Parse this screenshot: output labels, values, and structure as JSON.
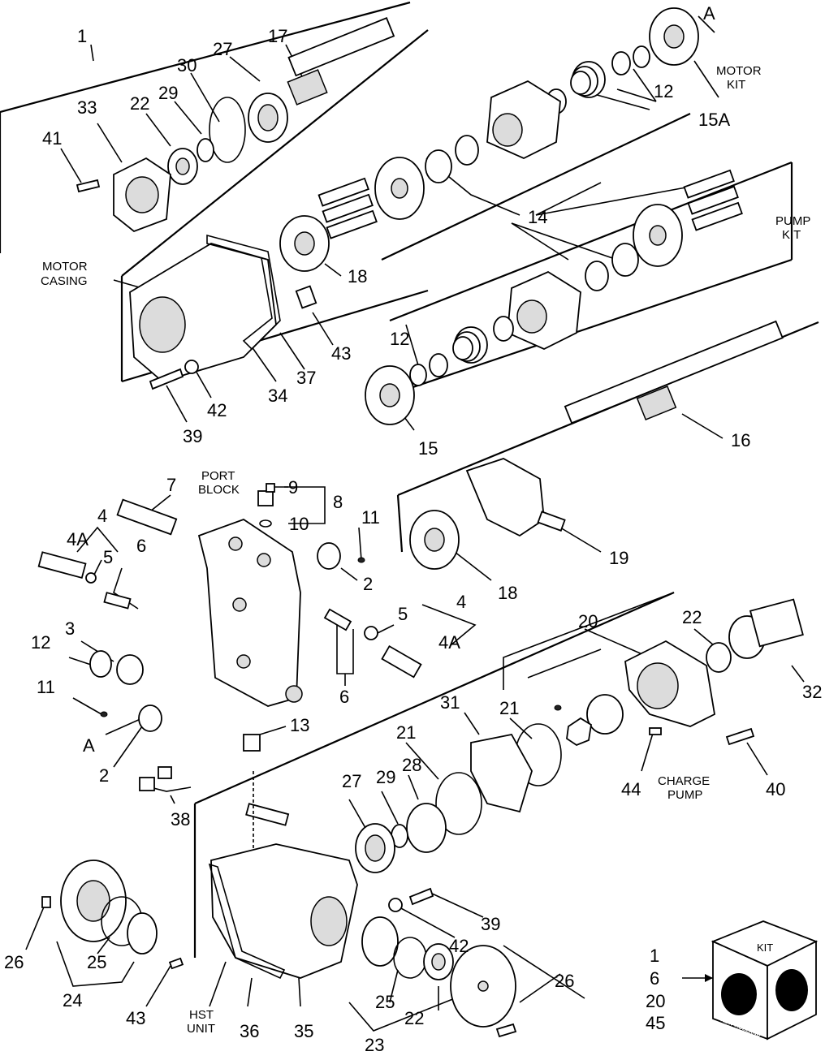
{
  "labels": {
    "n1": "1",
    "n17": "17",
    "n27a": "27",
    "n30": "30",
    "n33": "33",
    "n22a": "22",
    "n29a": "29",
    "n41": "41",
    "nA_top": "A",
    "motor_kit": [
      "MOTOR",
      "KIT"
    ],
    "n12a": "12",
    "n15A": "15A",
    "n14": "14",
    "pump_kit": [
      "PUMP",
      "KIT"
    ],
    "n18a": "18",
    "motor_casing": [
      "MOTOR",
      "CASING"
    ],
    "n43a": "43",
    "n37": "37",
    "n34": "34",
    "n42a": "42",
    "n39a": "39",
    "n12b": "12",
    "n15": "15",
    "n16": "16",
    "n7": "7",
    "port_block": [
      "PORT",
      "BLOCK"
    ],
    "n9": "9",
    "n8": "8",
    "n10": "10",
    "n11a": "11",
    "n4a": "4",
    "n4Aa": "4A",
    "n5a": "5",
    "n6a": "6",
    "n2a": "2",
    "n19": "19",
    "n18b": "18",
    "n5b": "5",
    "n4b": "4",
    "n4Ab": "4A",
    "n3": "3",
    "n12c": "12",
    "n11b": "11",
    "n6b": "6",
    "n20": "20",
    "n22b": "22",
    "n32": "32",
    "nA_mid": "A",
    "n2b": "2",
    "n13": "13",
    "n31": "31",
    "n21a": "21",
    "n21b": "21",
    "n38": "38",
    "n27b": "27",
    "n29b": "29",
    "n28": "28",
    "n44": "44",
    "charge_pump": [
      "CHARGE",
      "PUMP"
    ],
    "n40": "40",
    "n39b": "39",
    "n26a": "26",
    "n25a": "25",
    "n24": "24",
    "n42b": "42",
    "n43b": "43",
    "hst_unit": [
      "HST",
      "UNIT"
    ],
    "n36": "36",
    "n35": "35",
    "n25b": "25",
    "n22c": "22",
    "n26b": "26",
    "n23": "23"
  },
  "kit": {
    "title": "KIT",
    "items": [
      "1",
      "6",
      "20",
      "45"
    ],
    "brand": "NEW HOLLAND"
  }
}
